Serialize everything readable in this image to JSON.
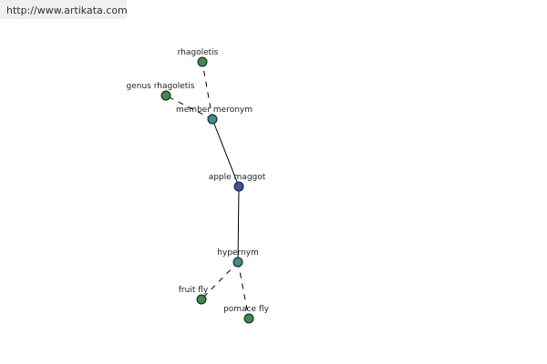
{
  "banner": {
    "url": "http://www.artikata.com"
  },
  "colors": {
    "center": "#3f51a6",
    "relation": "#3d8f8a",
    "leaf": "#3d8a4c",
    "edge": "#000000"
  },
  "nodes": [
    {
      "id": "apple-maggot",
      "label": "apple maggot",
      "kind": "center"
    },
    {
      "id": "member-meronym",
      "label": "member meronym",
      "kind": "relation"
    },
    {
      "id": "hypernym",
      "label": "hypernym",
      "kind": "relation"
    },
    {
      "id": "rhagoletis",
      "label": "rhagoletis",
      "kind": "leaf"
    },
    {
      "id": "genus-rhagoletis",
      "label": "genus rhagoletis",
      "kind": "leaf"
    },
    {
      "id": "fruit-fly",
      "label": "fruit fly",
      "kind": "leaf"
    },
    {
      "id": "pomace-fly",
      "label": "pomace fly",
      "kind": "leaf"
    }
  ],
  "edges": [
    {
      "from": "apple-maggot",
      "to": "member-meronym",
      "style": "solid"
    },
    {
      "from": "apple-maggot",
      "to": "hypernym",
      "style": "solid"
    },
    {
      "from": "member-meronym",
      "to": "rhagoletis",
      "style": "dashed"
    },
    {
      "from": "member-meronym",
      "to": "genus-rhagoletis",
      "style": "dashed"
    },
    {
      "from": "hypernym",
      "to": "fruit-fly",
      "style": "dashed"
    },
    {
      "from": "hypernym",
      "to": "pomace-fly",
      "style": "dashed"
    }
  ]
}
